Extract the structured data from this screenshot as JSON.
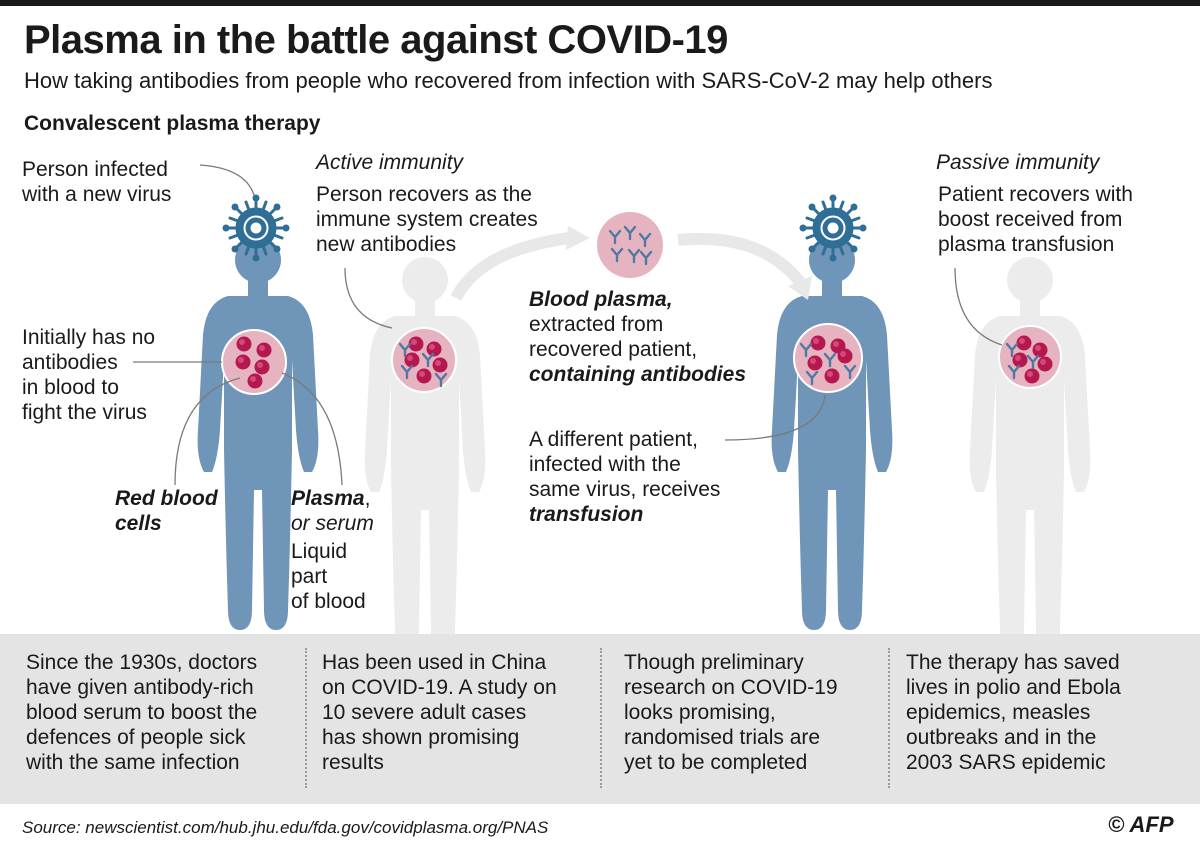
{
  "header": {
    "title": "Plasma in the battle against COVID-19",
    "subtitle": "How taking antibodies from people who recovered from infection with SARS-CoV-2 may help others",
    "section": "Convalescent plasma therapy"
  },
  "labels": {
    "infected": "Person infected\nwith a new virus",
    "no_antibodies": "Initially has no\nantibodies\nin blood to\nfight the virus",
    "rbc": "Red blood\ncells",
    "plasma_title": "Plasma",
    "plasma_comma": ",",
    "plasma_sub": "or serum",
    "plasma_desc": "Liquid\npart\nof blood",
    "active_title": "Active immunity",
    "active_desc": "Person recovers as the\nimmune system creates\nnew antibodies",
    "blood_plasma": "Blood plasma,",
    "extracted": "extracted from\nrecovered patient,",
    "containing": "containing antibodies",
    "different": "A different patient,\ninfected with the\nsame virus, receives",
    "transfusion": "transfusion",
    "passive_title": "Passive immunity",
    "passive_desc": "Patient recovers with\nboost received from\nplasma transfusion"
  },
  "notes": [
    "Since the 1930s, doctors\nhave given antibody-rich\nblood serum to boost the\ndefences of people sick\nwith the same infection",
    "Has been used in China\non COVID-19.  A study on\n10 severe adult cases\nhas shown promising\nresults",
    "Though preliminary\nresearch on COVID-19\nlooks promising,\nrandomised trials are\nyet to be completed",
    "The therapy has saved\nlives in polio and Ebola\nepidemics, measles\noutbreaks and in the\n2003 SARS epidemic"
  ],
  "footer": {
    "source": "Source: newscientist.com/hub.jhu.edu/fda.gov/covidplasma.org/PNAS",
    "copyright": "©",
    "logo": "AFP"
  },
  "colors": {
    "blue_body": "#6f95b8",
    "grey_body": "#ececec",
    "plasma_disc": "#e6b4c0",
    "red_cell": "#b5184e",
    "antibody": "#4f79a3",
    "virus": "#2f6e96",
    "panel": "#e4e4e4"
  },
  "icons": [
    "virus-icon",
    "antibody-icon",
    "red-blood-cell-icon",
    "transfer-arrow-icon"
  ]
}
